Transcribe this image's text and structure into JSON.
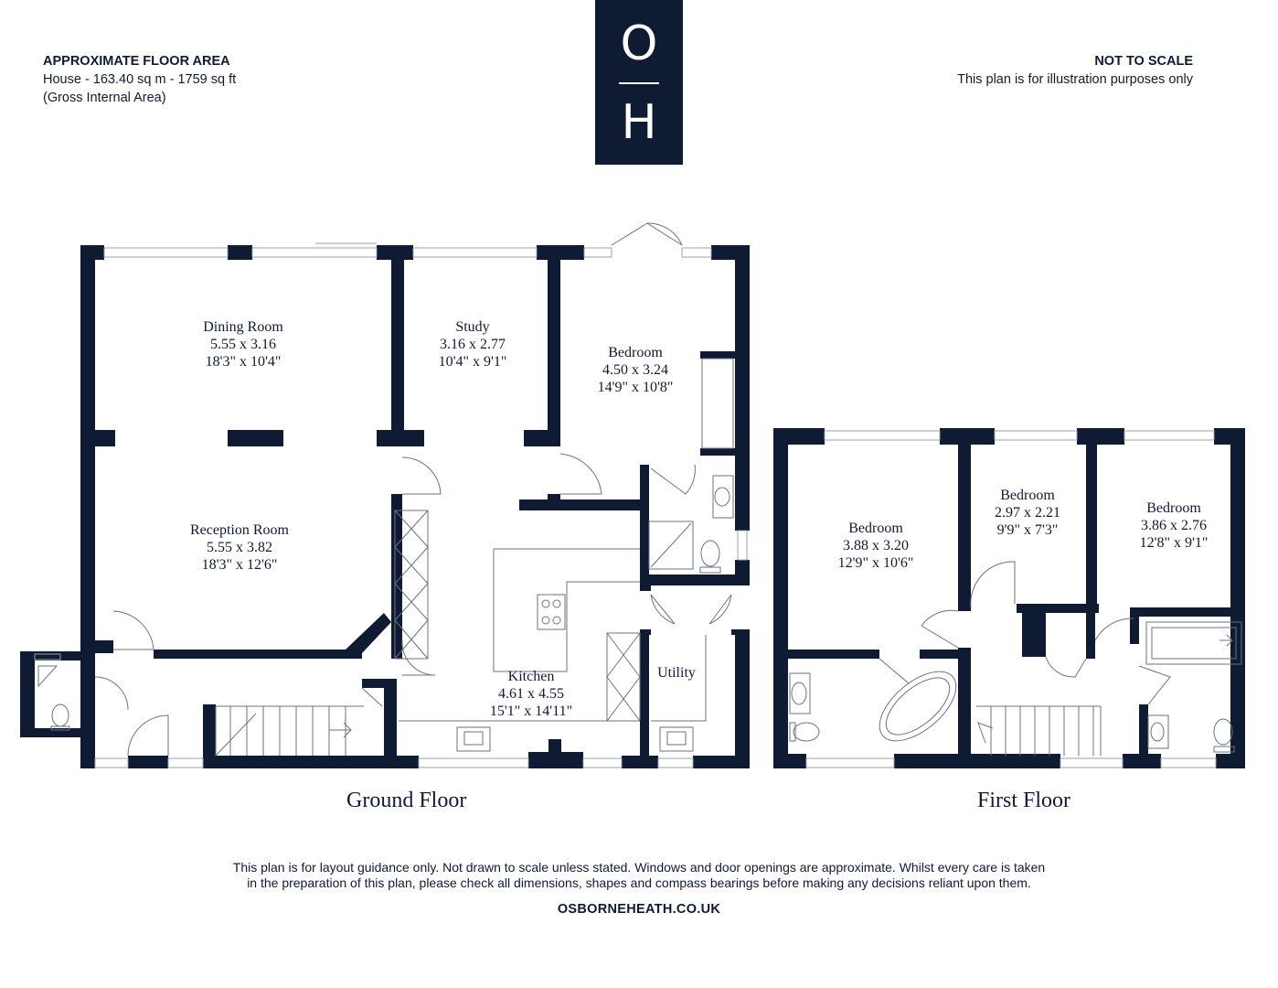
{
  "header": {
    "area_title": "APPROXIMATE FLOOR AREA",
    "area_line": "House - 163.40 sq m - 1759 sq ft",
    "area_note": "(Gross Internal Area)",
    "scale_title": "NOT TO SCALE",
    "scale_note": "This plan is for illustration purposes only"
  },
  "logo": {
    "top": "O",
    "bottom": "H",
    "color": "#0f1b33"
  },
  "ground_floor": {
    "label": "Ground Floor",
    "rooms": [
      {
        "name": "Dining Room",
        "metric": "5.55 x 3.16",
        "imperial": "18'3\" x 10'4\""
      },
      {
        "name": "Study",
        "metric": "3.16 x 2.77",
        "imperial": "10'4\" x 9'1\""
      },
      {
        "name": "Bedroom",
        "metric": "4.50 x 3.24",
        "imperial": "14'9\" x 10'8\""
      },
      {
        "name": "Reception Room",
        "metric": "5.55 x 3.82",
        "imperial": "18'3\" x 12'6\""
      },
      {
        "name": "Kitchen",
        "metric": "4.61 x 4.55",
        "imperial": "15'1\" x 14'11\""
      },
      {
        "name": "Utility",
        "metric": "",
        "imperial": ""
      }
    ]
  },
  "first_floor": {
    "label": "First Floor",
    "rooms": [
      {
        "name": "Bedroom",
        "metric": "3.88 x 3.20",
        "imperial": "12'9\" x 10'6\""
      },
      {
        "name": "Bedroom",
        "metric": "2.97 x 2.21",
        "imperial": "9'9\" x 7'3\""
      },
      {
        "name": "Bedroom",
        "metric": "3.86 x 2.76",
        "imperial": "12'8\" x 9'1\""
      }
    ]
  },
  "footer": {
    "disclaimer_1": "This plan is for layout guidance only. Not drawn to scale unless stated. Windows and door openings are approximate. Whilst every care is taken",
    "disclaimer_2": "in the preparation of this plan, please check all dimensions, shapes and compass bearings before making any decisions reliant upon them.",
    "website": "OSBORNEHEATH.CO.UK"
  },
  "colors": {
    "wall": "#0f1b33",
    "fixture": "#6b7280",
    "window": "#9aa3ad"
  }
}
